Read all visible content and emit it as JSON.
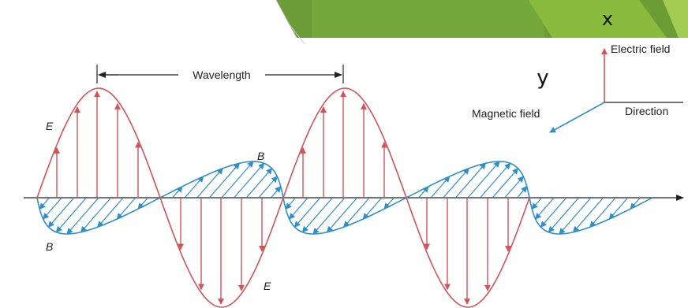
{
  "header_x": "x",
  "axis_y": "y",
  "wavelength": "Wavelength",
  "wave_labels": {
    "e_top": "E",
    "e_bottom": "E",
    "b_top": "B",
    "b_bottom": "B"
  },
  "legend": {
    "electric": "Electric field",
    "magnetic": "Magnetic field",
    "direction": "Direction"
  },
  "colors": {
    "electric": "#d1545a",
    "magnetic": "#2f8fc9",
    "banner": "#72a23a",
    "banner_light": "#8fbd45"
  }
}
